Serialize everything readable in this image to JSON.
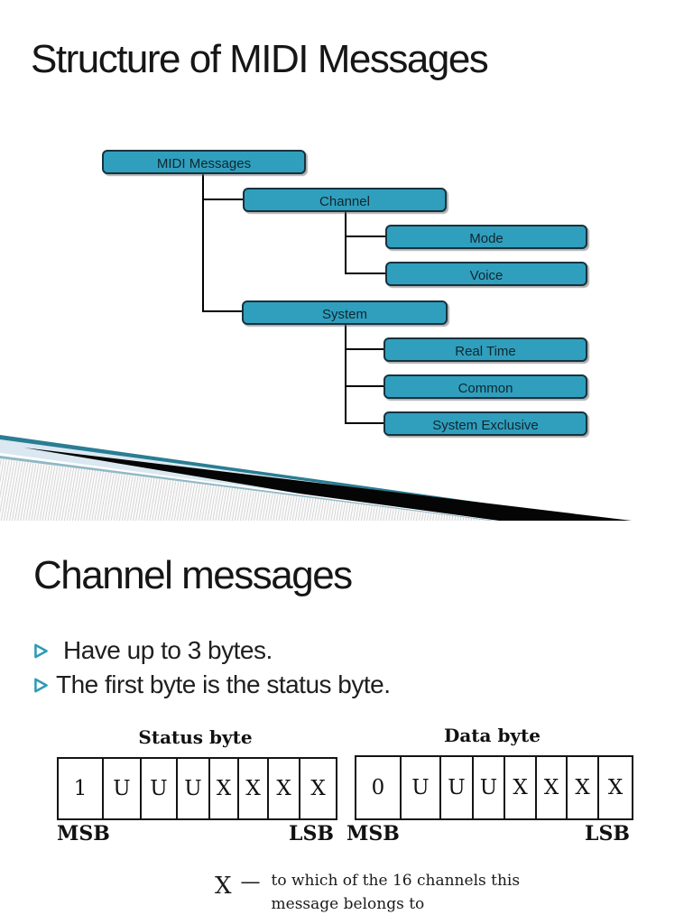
{
  "slide1": {
    "title": "Structure of MIDI Messages",
    "tree": {
      "nodes": [
        {
          "label": "MIDI Messages"
        },
        {
          "label": "Channel"
        },
        {
          "label": "Mode"
        },
        {
          "label": "Voice"
        },
        {
          "label": "System"
        },
        {
          "label": "Real Time"
        },
        {
          "label": "Common"
        },
        {
          "label": "System Exclusive"
        }
      ]
    }
  },
  "slide2": {
    "title": "Channel messages",
    "bullets": [
      "Have up to 3 bytes.",
      "The first byte is the status byte."
    ],
    "status_byte": {
      "title": "Status byte",
      "cells": [
        "1",
        "U",
        "U",
        "U",
        "X",
        "X",
        "X",
        "X"
      ],
      "msb": "MSB",
      "lsb": "LSB"
    },
    "data_byte": {
      "title": "Data byte",
      "cells": [
        "0",
        "U",
        "U",
        "U",
        "X",
        "X",
        "X",
        "X"
      ],
      "msb": "MSB",
      "lsb": "LSB"
    },
    "annotation": {
      "symbol": "X",
      "dash": "—",
      "line1": "to which of the 16 channels this",
      "line2": "message belongs to"
    }
  },
  "colors": {
    "node_fill": "#2f9fbd",
    "node_border": "#16323e",
    "bullet_chevron": "#2e9ab5",
    "swoosh_blue": "#dbe8f1",
    "swoosh_black": "#050505",
    "connector": "#000000"
  }
}
